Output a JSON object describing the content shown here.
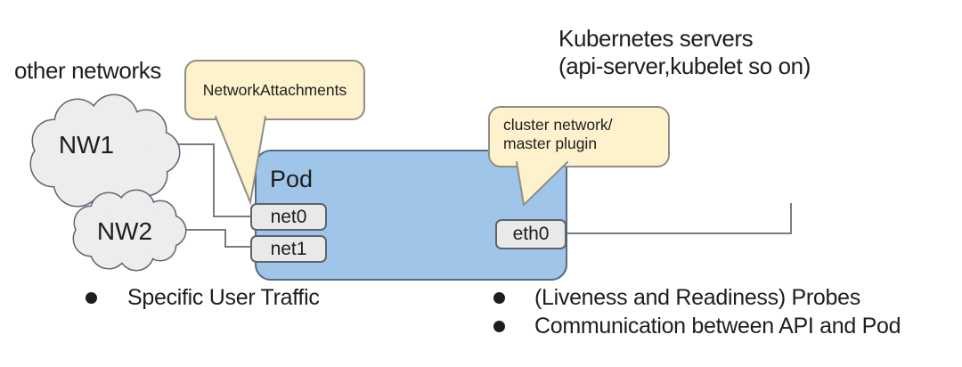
{
  "colors": {
    "background": "#ffffff",
    "text": "#1e1e1e",
    "pod-fill": "#9fc5e8",
    "pod-stroke": "#566b7c",
    "box-fill": "#e9e9ea",
    "box-stroke": "#5d646b",
    "callout-fill": "#fdf2cc",
    "callout-stroke": "#8e8e85",
    "cloud-fill": "#ededee",
    "cloud-stroke": "#5e6873",
    "connector": "#757e88"
  },
  "header": {
    "other_networks": "other networks",
    "kubernetes_servers": [
      "Kubernetes servers",
      "(api-server,kubelet so on)"
    ]
  },
  "clouds": [
    {
      "label": "NW1"
    },
    {
      "label": "NW2"
    }
  ],
  "pod": {
    "label": "Pod",
    "interfaces": [
      {
        "label": "net0"
      },
      {
        "label": "net1"
      },
      {
        "label": "eth0"
      }
    ]
  },
  "callouts": [
    {
      "text": "NetworkAttachments"
    },
    {
      "lines": [
        "cluster network/",
        "master plugin"
      ]
    }
  ],
  "bullets": {
    "left": [
      "Specific User Traffic"
    ],
    "right": [
      "(Liveness and Readiness) Probes",
      "Communication between API and Pod"
    ]
  }
}
